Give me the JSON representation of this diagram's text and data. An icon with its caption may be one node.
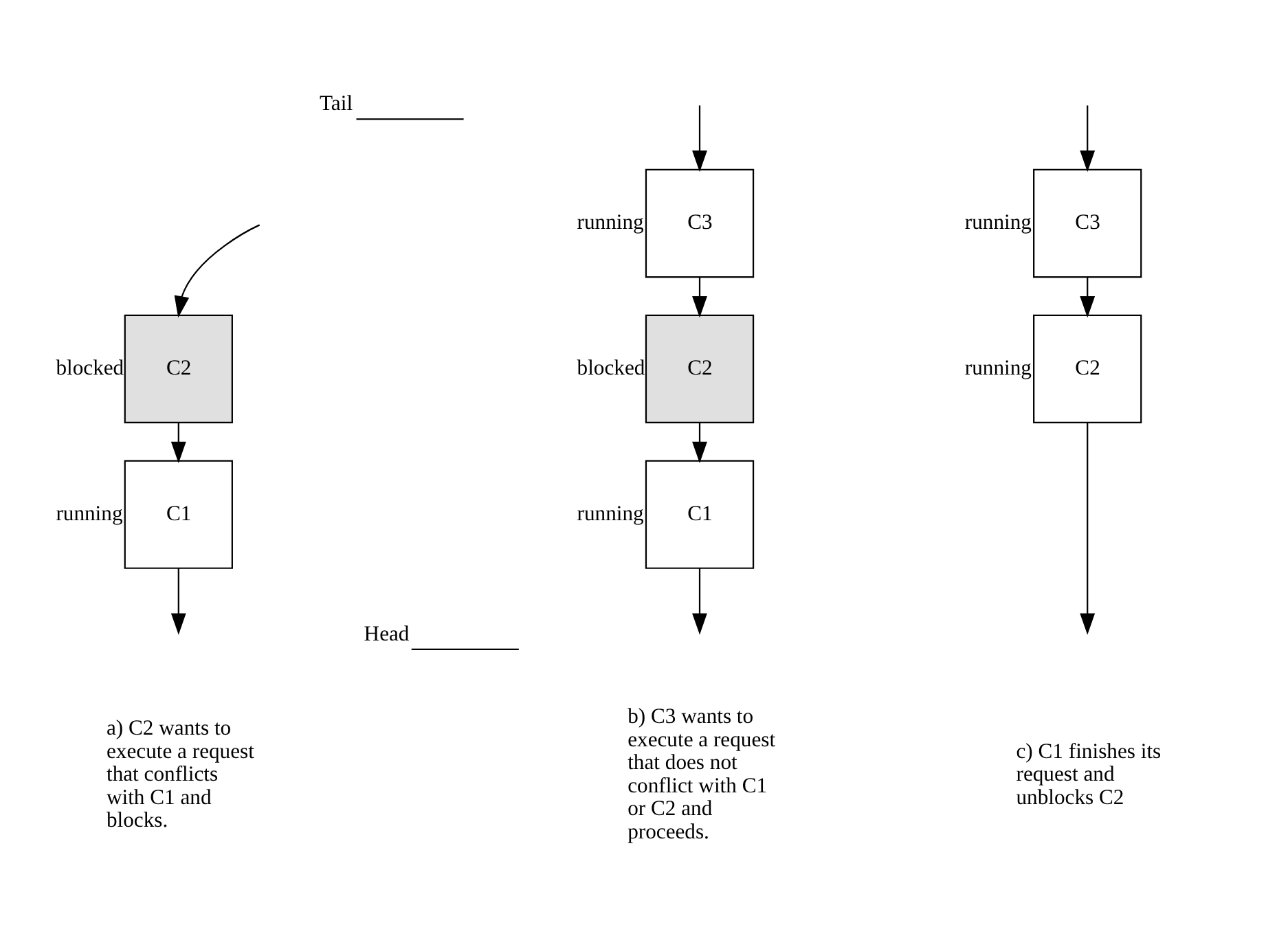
{
  "diagram": {
    "nodes": [
      {
        "text": [
          "C2"
        ],
        "beside": [
          "blocked"
        ]
      },
      {
        "text": [
          "C1"
        ],
        "beside": [
          "running"
        ]
      },
      {
        "text": [
          "C3"
        ],
        "beside": [
          "running"
        ]
      },
      {
        "text": [
          "C2"
        ],
        "beside": [
          "blocked"
        ]
      },
      {
        "text": [
          "C1"
        ],
        "beside": [
          "running"
        ]
      },
      {
        "text": [
          "C3"
        ],
        "beside": [
          "running"
        ]
      },
      {
        "text": [
          "C2"
        ],
        "beside": [
          "running"
        ]
      }
    ],
    "edges": [
      {
        "from": null,
        "to": 0,
        "arrow": "to"
      },
      {
        "from": 0,
        "to": 1,
        "arrow": "to"
      },
      {
        "from": 1,
        "to": null,
        "arrow": "to"
      },
      {
        "from": null,
        "to": 2,
        "arrow": "to"
      },
      {
        "from": 2,
        "to": 3,
        "arrow": "to"
      },
      {
        "from": 3,
        "to": 4,
        "arrow": "to"
      },
      {
        "from": 4,
        "to": null,
        "arrow": "to"
      },
      {
        "from": null,
        "to": 5,
        "arrow": "to"
      },
      {
        "from": 5,
        "to": 6,
        "arrow": "to"
      },
      {
        "from": 6,
        "to": null,
        "arrow": "to"
      }
    ],
    "labels": [
      "Tail",
      "Head",
      "a) C2 wants to execute a request that conflicts with C1 and blocks.",
      "b) C3 wants to execute a request that does not conflict with C1 or C2 and proceeds.",
      "c) C1 finishes its request and unblocks C2"
    ]
  }
}
